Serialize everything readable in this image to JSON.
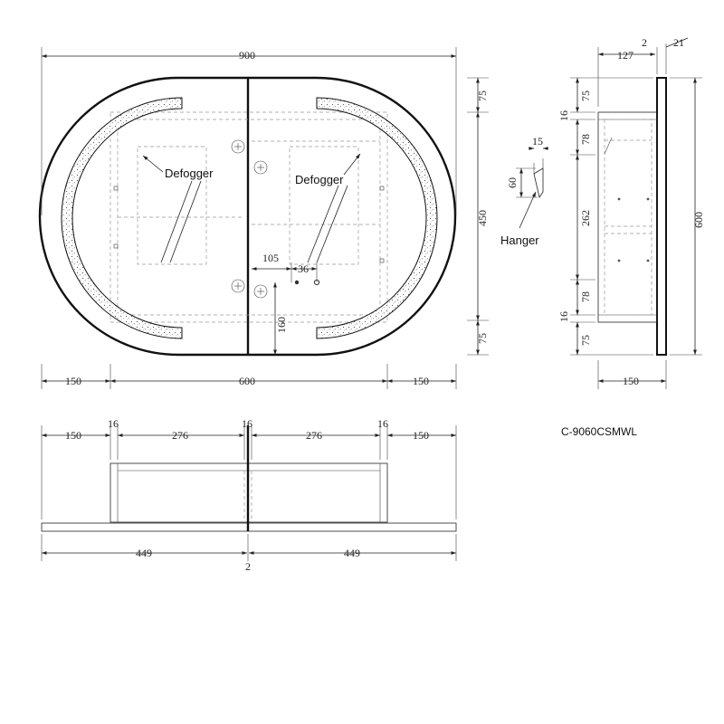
{
  "model": "C-9060CSMWL",
  "labels": {
    "defogger_left": "Defogger",
    "defogger_right": "Defogger",
    "hanger": "Hanger"
  },
  "front": {
    "overall_width": "900",
    "top_margin": "75",
    "middle_height": "450",
    "bottom_margin": "75",
    "side_left": "150",
    "center_width": "600",
    "side_right": "150",
    "offset_105": "105",
    "offset_36": "36",
    "height_160": "160"
  },
  "hanger": {
    "width": "15",
    "height": "60"
  },
  "side": {
    "depth": "127",
    "gap": "2",
    "panel": "21",
    "top_75": "75",
    "shelf_16_top": "16",
    "shelf_78_top": "78",
    "middle_262": "262",
    "shelf_78_bottom": "78",
    "shelf_16_bottom": "16",
    "bottom_75": "75",
    "overall_height": "600",
    "base_150": "150"
  },
  "top": {
    "seg_150_left": "150",
    "seg_16_left": "16",
    "seg_276_left": "276",
    "seg_16_mid": "16",
    "seg_276_right": "276",
    "seg_16_right": "16",
    "seg_150_right": "150",
    "door_left": "449",
    "door_gap": "2",
    "door_right": "449"
  }
}
